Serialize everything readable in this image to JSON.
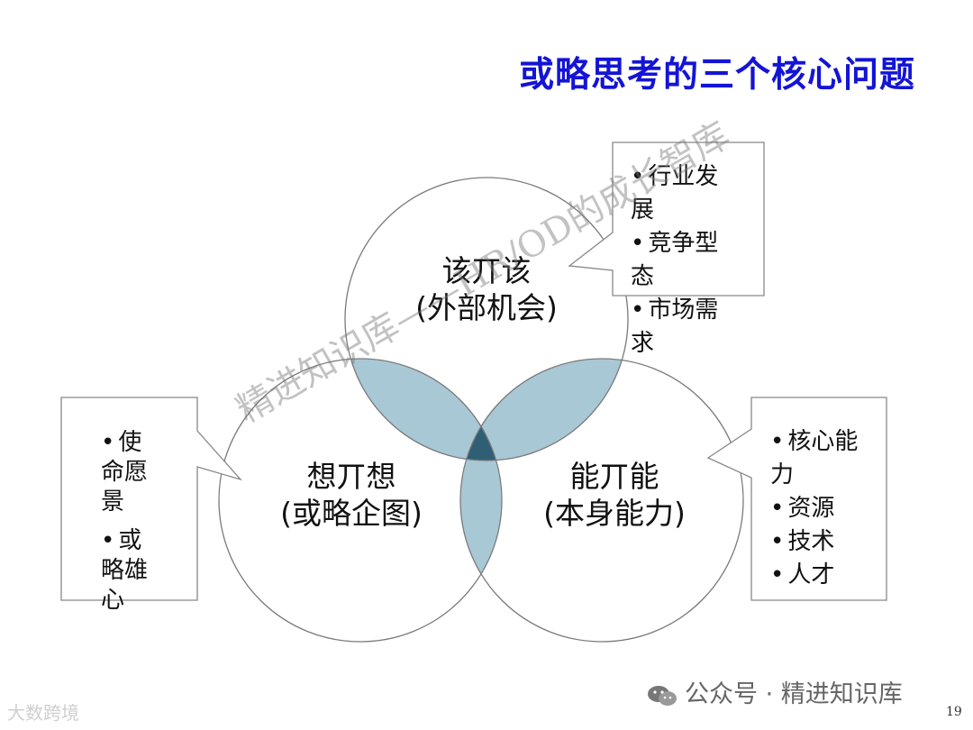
{
  "title": "或略思考的三个核心问题",
  "colors": {
    "title": "#1414d6",
    "overlap": "#a9c8d6",
    "center": "#2f5f75",
    "circle_stroke": "#7a7a7a"
  },
  "circles": {
    "top": {
      "line1": "该丌该",
      "line2": "(外部机会)"
    },
    "left": {
      "line1": "想丌想",
      "line2": "(或略企图)"
    },
    "right": {
      "line1": "能丌能",
      "line2": "(本身能力)"
    }
  },
  "callouts": {
    "top_right": {
      "items": [
        "行业发展",
        "竞争型态",
        "市场需求"
      ]
    },
    "left": {
      "items": [
        "使命愿景",
        "或略雄心"
      ]
    },
    "right": {
      "items": [
        "核心能力",
        "资源",
        "技术",
        "人才"
      ]
    }
  },
  "watermark": "精进知识库——HR/OD的成长智库",
  "footer": {
    "left": "大数跨境",
    "right": "公众号 · 精进知识库",
    "page": "19"
  }
}
